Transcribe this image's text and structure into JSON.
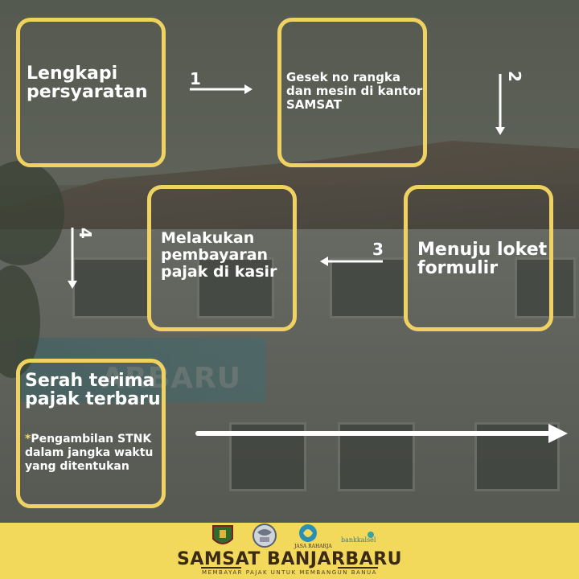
{
  "steps": [
    {
      "number": "",
      "text": "Lengkapi persyaratan"
    },
    {
      "number": "1",
      "text": "Gesek no rangka dan mesin di kantor SAMSAT"
    },
    {
      "number": "2",
      "text": "Menuju loket formulir"
    },
    {
      "number": "3",
      "text": "Melakukan pembayaran pajak di kasir"
    },
    {
      "number": "4",
      "text": "Serah terima pajak terbaru"
    }
  ],
  "note": {
    "marker": "*",
    "text": "Pengambilan STNK dalam jangka waktu yang ditentukan"
  },
  "background_sign_text": "ARBARU",
  "footer": {
    "title": "SAMSAT BANJARBARU",
    "subtitle": "MEMBAYAR PAJAK UNTUK MEMBANGUN BANUA",
    "logos": [
      "banjarbaru-crest-icon",
      "police-emblem-icon",
      "jasa-raharja-logo",
      "bank-kalsel-logo"
    ],
    "logo_labels": {
      "jasa_raharja": "JASA RAHARJA",
      "bank": "bankkalsel"
    }
  },
  "colors": {
    "box_border": "#f0d262",
    "text": "#ffffff",
    "note_marker": "#f5dc6a",
    "footer_bg": "#f2d95c",
    "footer_text": "#3b2a14"
  }
}
